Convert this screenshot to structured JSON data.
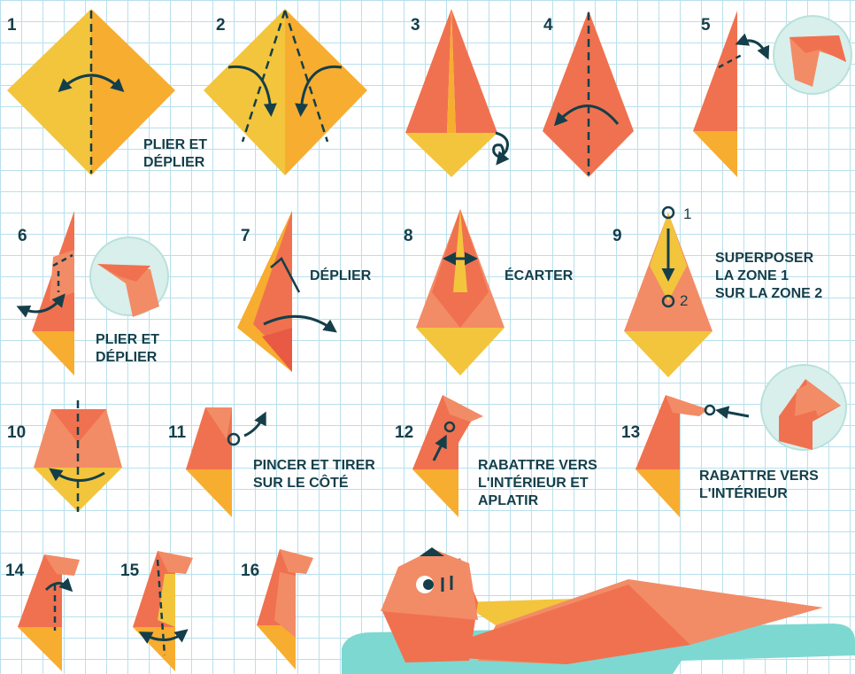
{
  "colors": {
    "yellow": "#f2c53d",
    "yellow_dark": "#f7ad2f",
    "orange": "#f0714f",
    "salmon": "#f28c66",
    "navy": "#143f4a",
    "grid": "#b8e0ec",
    "water": "#7dd8d2",
    "circle_bg": "#d8efec"
  },
  "steps": [
    {
      "number": "1"
    },
    {
      "number": "2"
    },
    {
      "number": "3"
    },
    {
      "number": "4"
    },
    {
      "number": "5"
    },
    {
      "number": "6"
    },
    {
      "number": "7"
    },
    {
      "number": "8"
    },
    {
      "number": "9"
    },
    {
      "number": "10"
    },
    {
      "number": "11"
    },
    {
      "number": "12"
    },
    {
      "number": "13"
    },
    {
      "number": "14"
    },
    {
      "number": "15"
    },
    {
      "number": "16"
    }
  ],
  "captions": {
    "step2": [
      "PLIER ET",
      "DÉPLIER"
    ],
    "step6": [
      "PLIER ET",
      "DÉPLIER"
    ],
    "step7": [
      "DÉPLIER"
    ],
    "step8": [
      "ÉCARTER"
    ],
    "step9": [
      "SUPERPOSER",
      "LA ZONE 1",
      "SUR LA ZONE 2"
    ],
    "step11": [
      "PINCER ET TIRER",
      "SUR LE CÔTÉ"
    ],
    "step12": [
      "RABATTRE VERS",
      "L'INTÉRIEUR ET",
      "APLATIR"
    ],
    "step13": [
      "RABATTRE VERS",
      "L'INTÉRIEUR"
    ]
  },
  "zone_labels": {
    "one": "1",
    "two": "2"
  }
}
